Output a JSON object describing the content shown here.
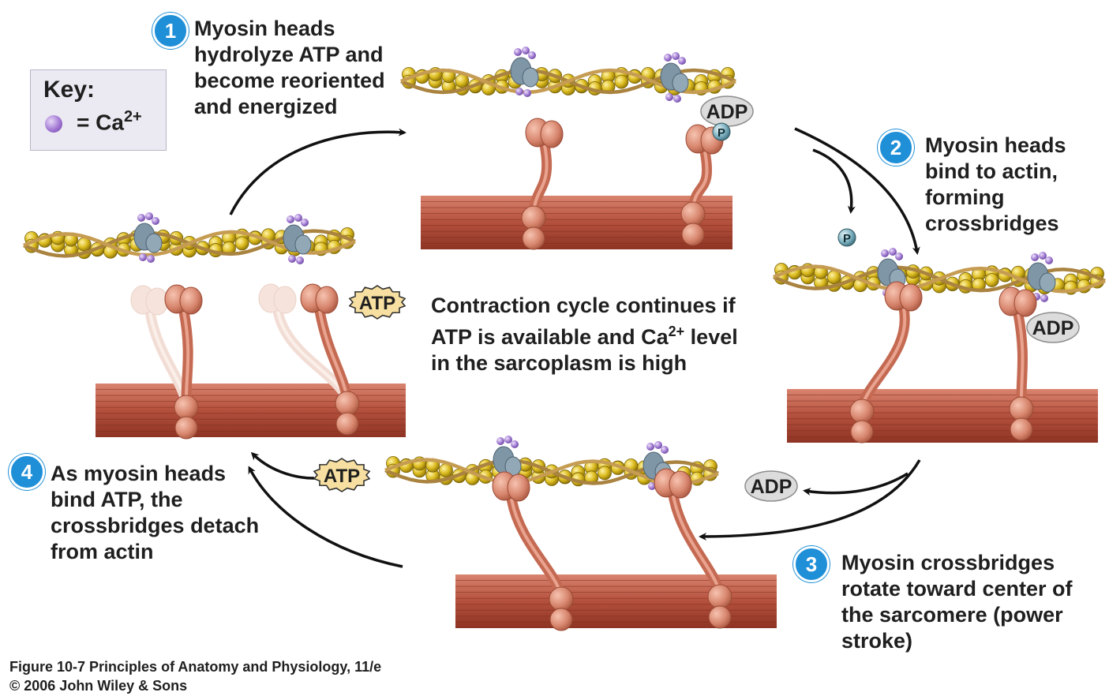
{
  "key": {
    "title": "Key:",
    "symbol_text": "= Ca",
    "symbol_superscript": "2+",
    "symbol_color": "#9b6fcf"
  },
  "steps": [
    {
      "number": "1",
      "lines": [
        "Myosin heads",
        "hydrolyze ATP and",
        "become reoriented",
        "and energized"
      ]
    },
    {
      "number": "2",
      "lines": [
        "Myosin heads",
        "bind to actin,",
        "forming",
        "crossbridges"
      ]
    },
    {
      "number": "3",
      "lines": [
        "Myosin crossbridges",
        "rotate toward center of",
        "the sarcomere (power",
        "stroke)"
      ]
    },
    {
      "number": "4",
      "lines": [
        "As myosin heads",
        "bind ATP, the",
        "crossbridges detach",
        "from actin"
      ]
    }
  ],
  "central": {
    "line1": "Contraction cycle continues if",
    "line2_before": "ATP is available and Ca",
    "line2_superscript": "2+",
    "line2_after": " level",
    "line3": "in the sarcoplasm is high"
  },
  "molecules": {
    "adp": "ADP",
    "atp": "ATP",
    "phosphate": "P"
  },
  "caption": {
    "line1": "Figure 10-7  Principles of Anatomy and Physiology, 11/e",
    "line2": "© 2006 John Wiley & Sons"
  },
  "colors": {
    "badge": "#1f8fd8",
    "actin_bead": "#d9b91c",
    "actin_strand": "#b08a4a",
    "myosin": "#c9654f",
    "myosin_head": "#e0917c",
    "troponin": "#7f96a6",
    "calcium": "#9b6fcf"
  }
}
